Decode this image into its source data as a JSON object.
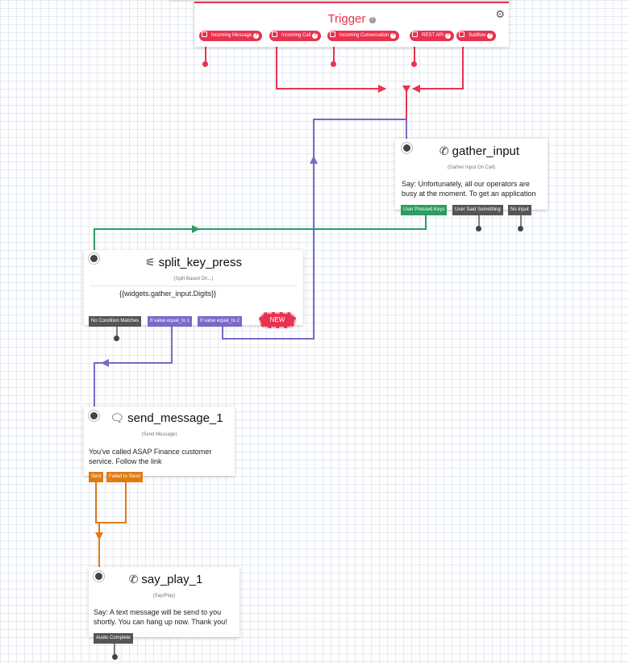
{
  "trigger": {
    "title": "Trigger",
    "help_icon": "help-icon",
    "settings_icon": "gear-icon",
    "accent_color": "#e8334f",
    "events": [
      "Incoming Message",
      "Incoming Call",
      "Incoming Conversation",
      "REST API",
      "Subflow"
    ]
  },
  "gather_input": {
    "title": "gather_input",
    "icon": "phone-icon",
    "subtitle": "(Gather Input On Call)",
    "body": "Say: Unfortunately, all our operators are busy at the moment. To get an application",
    "outputs": [
      "User Pressed Keys",
      "User Said Something",
      "No Input"
    ]
  },
  "split_key_press": {
    "title": "split_key_press",
    "icon": "split-icon",
    "subtitle": "(Split Based On...)",
    "body": "{{widgets.gather_input.Digits}}",
    "outputs": [
      "No Condition Matches",
      "If value equal_to 1",
      "If value equal_to 2"
    ],
    "new_button": "NEW"
  },
  "send_message_1": {
    "title": "send_message_1",
    "icon": "message-icon",
    "subtitle": "(Send Message)",
    "body": "You've called ASAP Finance customer service. Follow the link",
    "outputs": [
      "Sent",
      "Failed to Send"
    ]
  },
  "say_play_1": {
    "title": "say_play_1",
    "icon": "phone-icon",
    "subtitle": "(Say/Play)",
    "body": "Say: A text message will be send to you shortly. You can hang up now. Thank you!",
    "outputs": [
      "Audio Complete"
    ]
  },
  "colors": {
    "trigger_red": "#e8334f",
    "green": "#2e9b62",
    "purple": "#7b68c8",
    "orange": "#e07b14",
    "gray": "#555555"
  }
}
